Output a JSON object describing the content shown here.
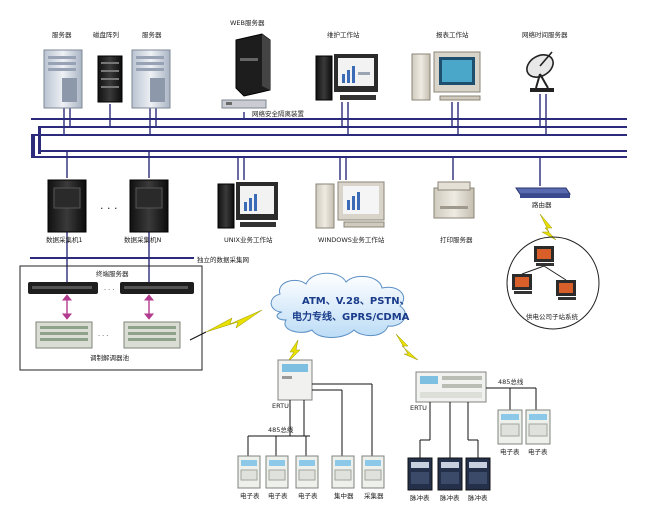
{
  "top_row": {
    "server_1": "服务器",
    "disk_array": "磁盘阵列",
    "server_2": "服务器",
    "web_server": "WEB服务器",
    "maintenance_workstation": "维护工作站",
    "report_workstation": "报表工作站",
    "network_time_server": "网络时间服务器",
    "security_isolation": "网络安全隔离装置"
  },
  "middle_row": {
    "data_collector_1": "数据采集机1",
    "data_collector_n": "数据采集机N",
    "unix_workstation": "UNIX业务工作站",
    "windows_workstation": "WINDOWS业务工作站",
    "print_server": "打印服务器",
    "router": "路由器",
    "independent_network": "独立的数据采集网",
    "ellipsis_1": "· · ·"
  },
  "left_box": {
    "terminal_server": "终端服务器",
    "modem_pool": "调制解调器池",
    "ellipsis_2": "· · ·",
    "ellipsis_3": "· · ·"
  },
  "subsystem": {
    "label": "供电公司子站系统"
  },
  "cloud": {
    "line1": "ATM、V.28、PSTN、",
    "line2": "电力专线、GPRS/CDMA"
  },
  "bottom_left": {
    "ertu": "ERTU",
    "bus_485": "485总线",
    "meter_1": "电子表",
    "meter_2": "电子表",
    "meter_3": "电子表",
    "concentrator": "集中器",
    "collector": "采集器"
  },
  "bottom_right": {
    "ertu": "ERTU",
    "bus_485": "485总线",
    "pulse_1": "脉冲表",
    "pulse_2": "脉冲表",
    "pulse_3": "脉冲表",
    "meter_1": "电子表",
    "meter_2": "电子表"
  },
  "colors": {
    "bus_line": "#2c2a7a",
    "link_line": "#111111",
    "lightning": "#e8e000",
    "cloud_fill": "#d9ecfb"
  }
}
